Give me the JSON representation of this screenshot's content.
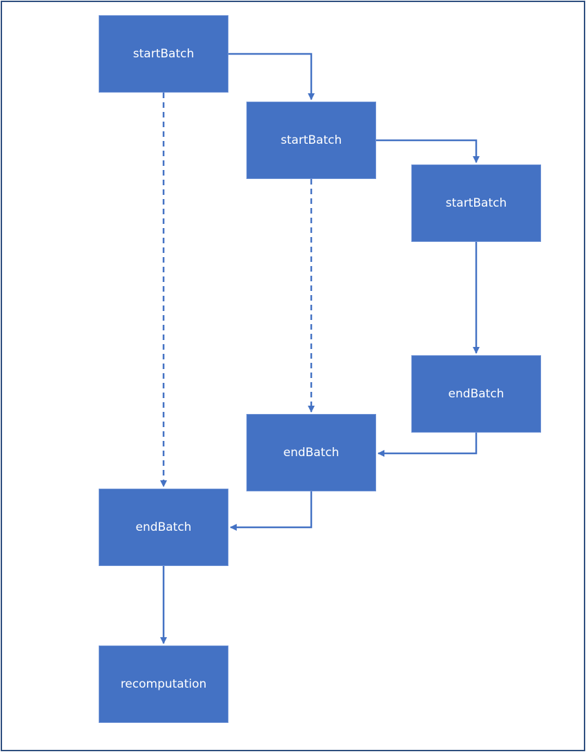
{
  "diagram": {
    "nodes": {
      "start_batch_1": "startBatch",
      "start_batch_2": "startBatch",
      "start_batch_3": "startBatch",
      "end_batch_3": "endBatch",
      "end_batch_2": "endBatch",
      "end_batch_1": "endBatch",
      "recomputation": "recomputation"
    },
    "edges": [
      {
        "from": "start_batch_1",
        "to": "start_batch_2",
        "style": "solid"
      },
      {
        "from": "start_batch_2",
        "to": "start_batch_3",
        "style": "solid"
      },
      {
        "from": "start_batch_3",
        "to": "end_batch_3",
        "style": "solid"
      },
      {
        "from": "end_batch_3",
        "to": "end_batch_2",
        "style": "solid"
      },
      {
        "from": "end_batch_2",
        "to": "end_batch_1",
        "style": "solid"
      },
      {
        "from": "end_batch_1",
        "to": "recomputation",
        "style": "solid"
      },
      {
        "from": "start_batch_1",
        "to": "end_batch_1",
        "style": "dashed"
      },
      {
        "from": "start_batch_2",
        "to": "end_batch_2",
        "style": "dashed"
      }
    ],
    "colors": {
      "node_fill": "#4472c4",
      "node_text": "#ffffff",
      "connector": "#4472c4",
      "frame": "#2f4f7f"
    }
  }
}
